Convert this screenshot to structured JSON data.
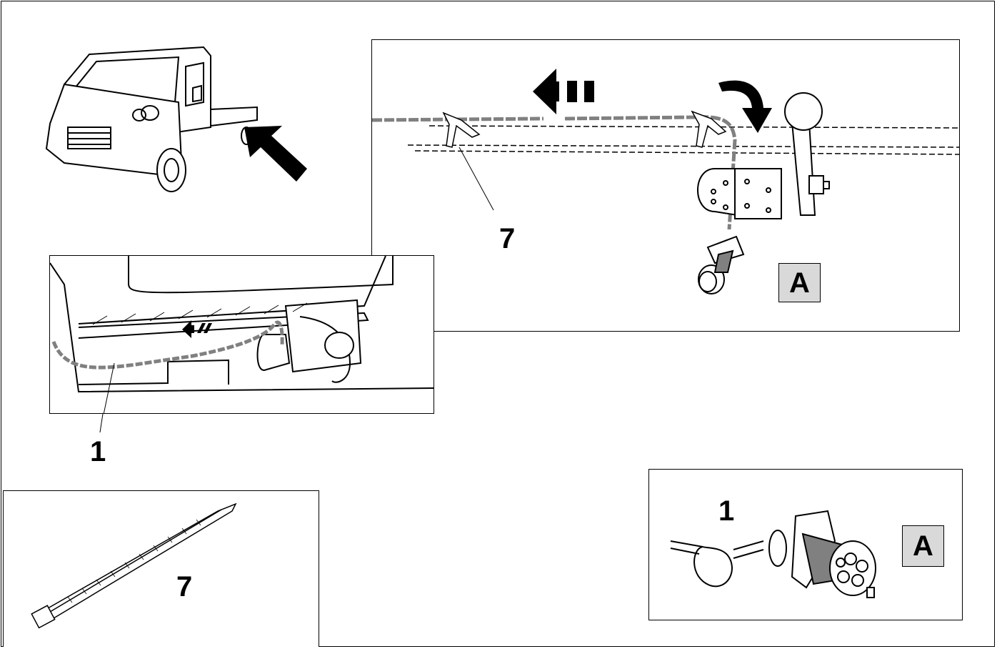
{
  "callouts": {
    "cable": "1",
    "cable_tie": "7",
    "connector_view": "A"
  },
  "colors": {
    "line": "#000000",
    "cable": "#808080",
    "label_fill": "#d9d9d9"
  },
  "icons": [
    "truck-icon",
    "arrow-pointer-icon",
    "direction-arrow-icon",
    "rotate-arrow-icon",
    "cable-tie-icon",
    "connector-socket-icon",
    "tow-ball-icon"
  ]
}
